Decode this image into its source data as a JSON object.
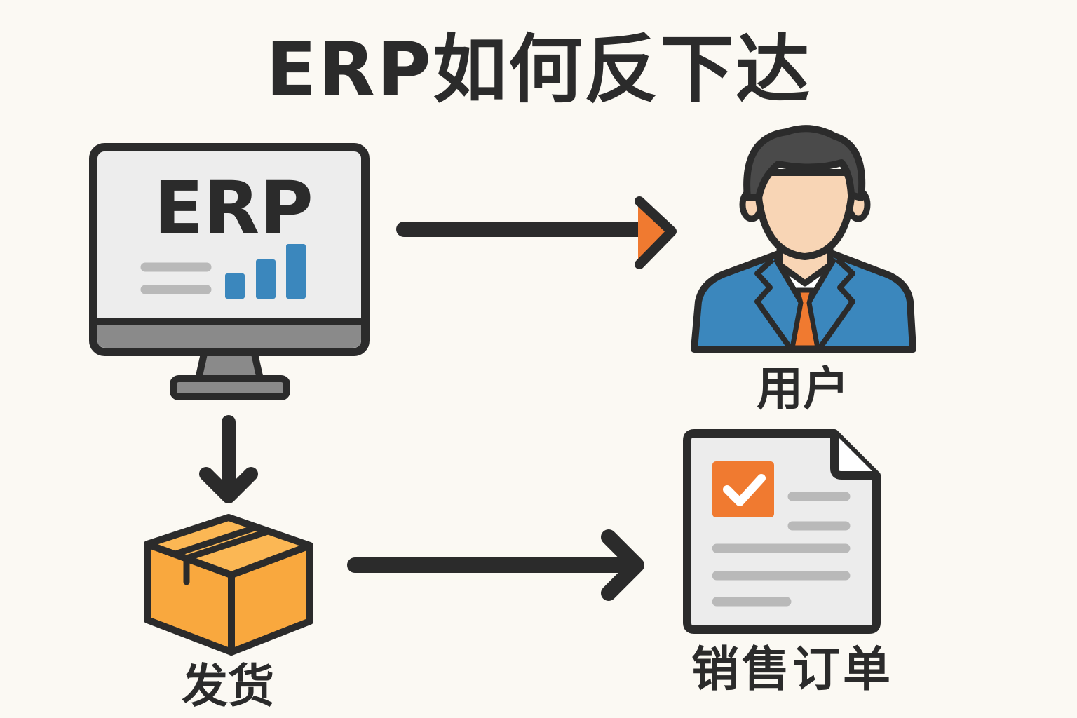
{
  "title": "ERP如何反下达",
  "nodes": {
    "erp": {
      "screen_text": "ERP"
    },
    "user": {
      "label": "用户"
    },
    "shipping": {
      "label": "发货"
    },
    "sales_order": {
      "label": "销售订单"
    }
  },
  "colors": {
    "background": "#fbf9f3",
    "outline": "#2b2b2b",
    "accent_orange": "#f07a30",
    "box_orange": "#f9a83e",
    "chart_blue": "#3b87bd",
    "suit_blue": "#3b87bd",
    "gray_line": "#b9b9b9",
    "screen_fill": "#ededed"
  },
  "icons": [
    "computer-monitor-icon",
    "business-user-icon",
    "package-box-icon",
    "document-checklist-icon"
  ],
  "edges": [
    {
      "from": "erp",
      "to": "user"
    },
    {
      "from": "erp",
      "to": "shipping"
    },
    {
      "from": "shipping",
      "to": "sales_order"
    }
  ]
}
